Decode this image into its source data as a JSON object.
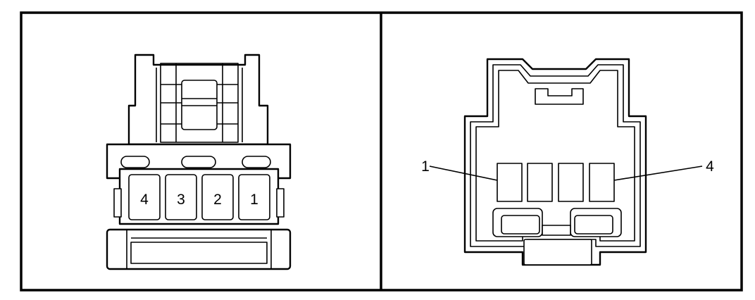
{
  "left_view": {
    "pin_labels": [
      "4",
      "3",
      "2",
      "1"
    ]
  },
  "right_view": {
    "callouts": {
      "left": "1",
      "right": "4"
    }
  },
  "colors": {
    "line": "#000000",
    "fill": "#ffffff"
  }
}
